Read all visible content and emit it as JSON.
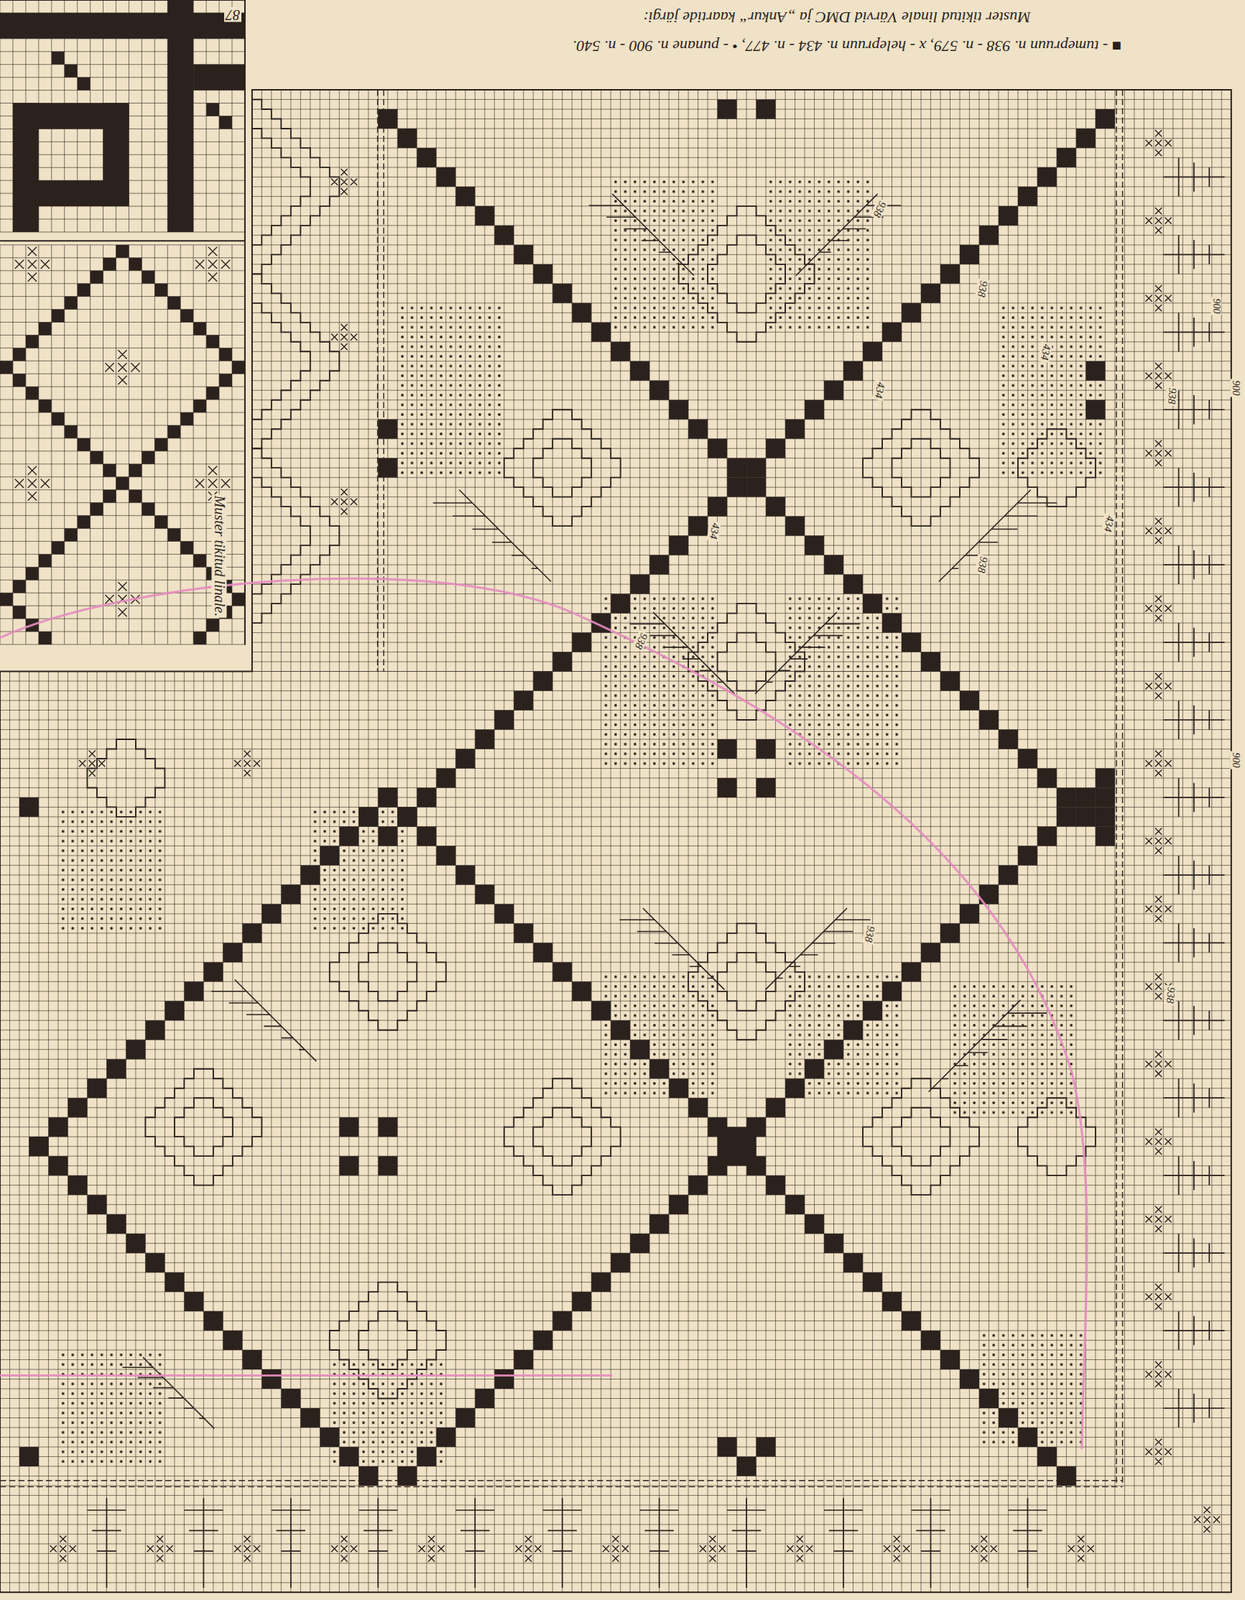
{
  "diagram": {
    "title": "Muster tikitud linale Värvid DMC ja „Ankur“ kaartide järgi:",
    "labels": [
      "■ - tumepruun n. 938 - n. 579, x - helepruun n. 434 - n. 477, • - punane n. 900 - n. 540.",
      "87",
      "Muster tikitud linale.",
      "938",
      "938",
      "434",
      "434",
      "434",
      "938",
      "938",
      "434",
      "938",
      "938",
      "938",
      "900",
      "900",
      "900"
    ]
  }
}
